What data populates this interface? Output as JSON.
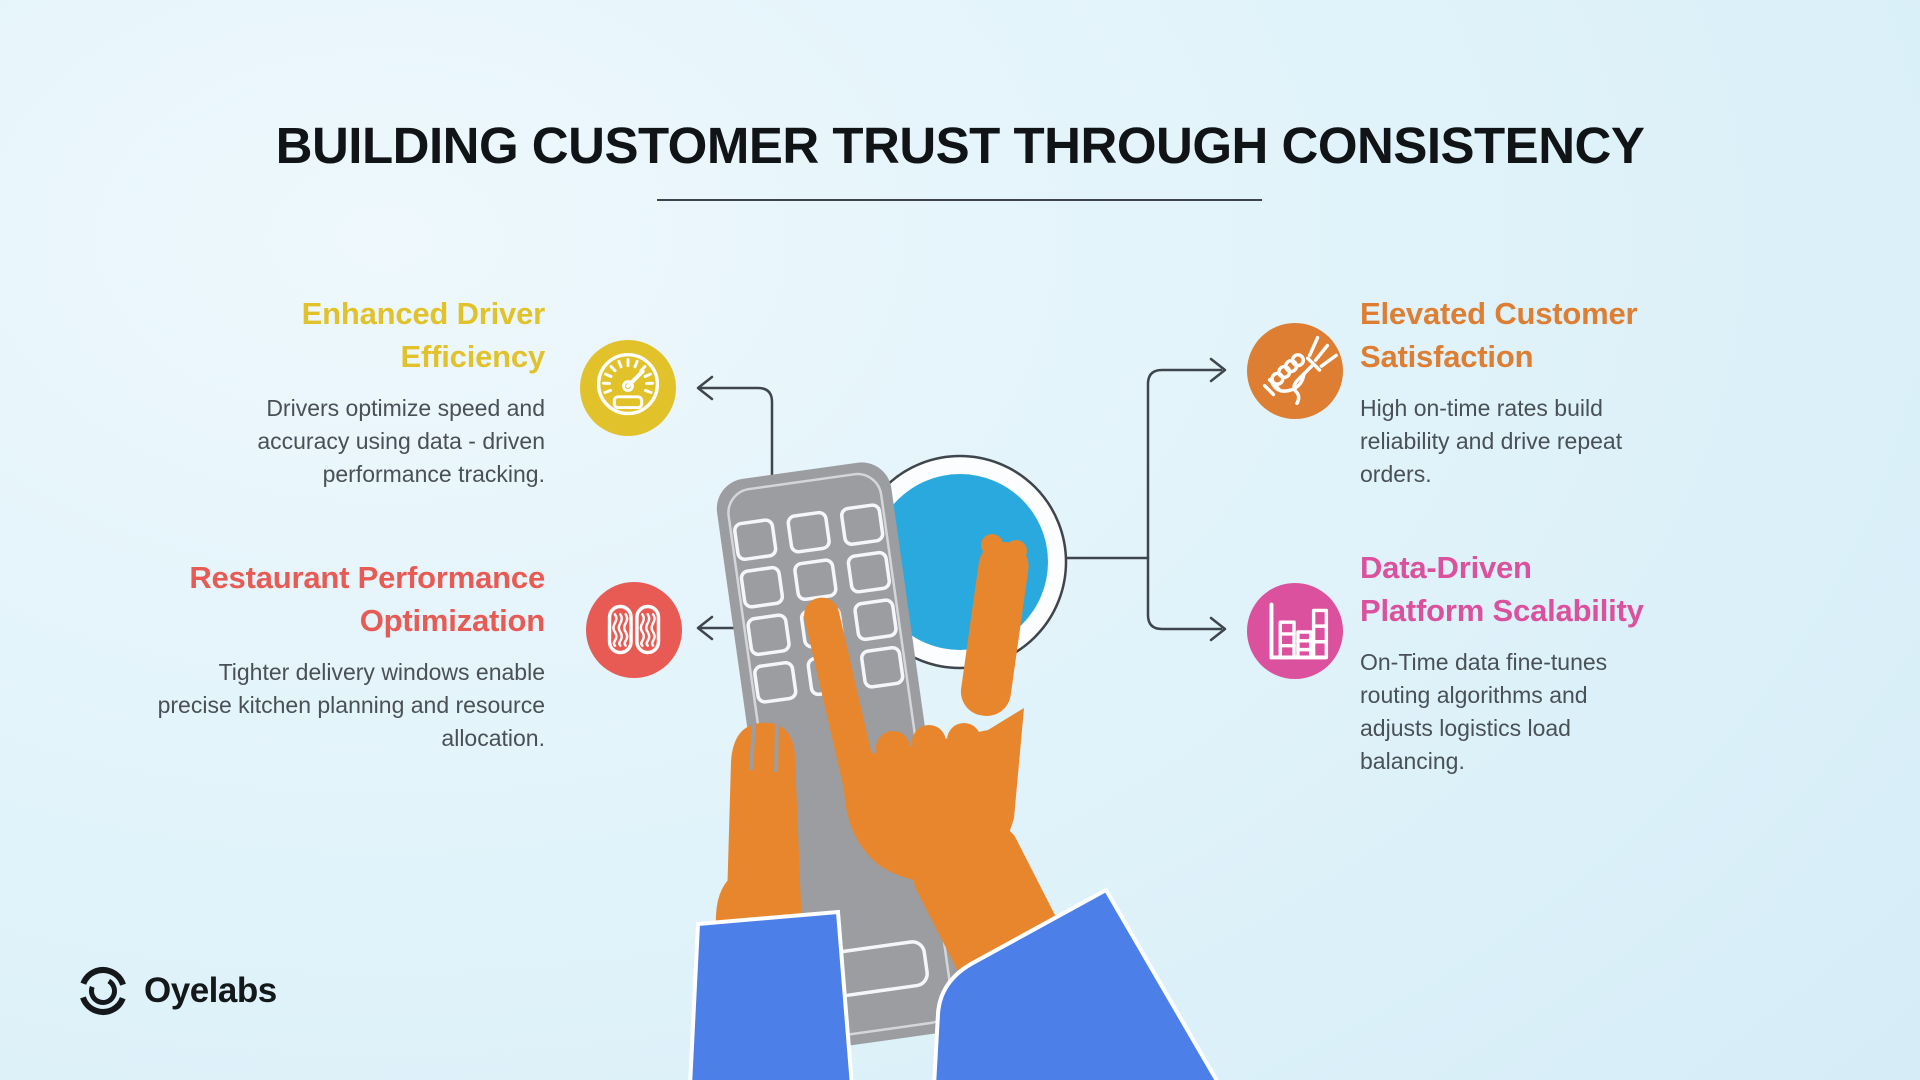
{
  "title": {
    "text": "BUILDING CUSTOMER TRUST THROUGH CONSISTENCY"
  },
  "sections": {
    "top_left": {
      "heading_line1": "Enhanced Driver",
      "heading_line2": "Efficiency",
      "body": "Drivers optimize speed and accuracy using data - driven performance tracking.",
      "accent_color": "#E2C22B",
      "icon": "speedometer-icon"
    },
    "bottom_left": {
      "heading_line1": "Restaurant Performance",
      "heading_line2": "Optimization",
      "body": "Tighter delivery windows enable precise kitchen planning and resource allocation.",
      "accent_color": "#E85B55",
      "icon": "sausages-icon"
    },
    "top_right": {
      "heading_line1": "Elevated Customer",
      "heading_line2": "Satisfaction",
      "body": "High on-time rates build reliability and drive repeat orders.",
      "accent_color": "#DD7E33",
      "icon": "hand-holding-fork-icon"
    },
    "bottom_right": {
      "heading_line1": "Data-Driven",
      "heading_line2": "Platform Scalability",
      "body": "On-Time data fine-tunes routing algorithms and adjusts logistics load balancing.",
      "accent_color": "#DB519D",
      "icon": "bar-chart-icon"
    }
  },
  "logo": {
    "text": "Oyelabs",
    "icon": "oyelabs-logo-icon"
  },
  "colors": {
    "background_top": "#EEF8FD",
    "background_bottom": "#D2EBF7",
    "title": "#111417",
    "body_text": "#495056",
    "connector": "#3E454C",
    "center_circle_fill": "#2AA9DE",
    "hands": "#E8862E",
    "sleeves": "#4C80E8",
    "calculator": "#9B9DA0"
  }
}
